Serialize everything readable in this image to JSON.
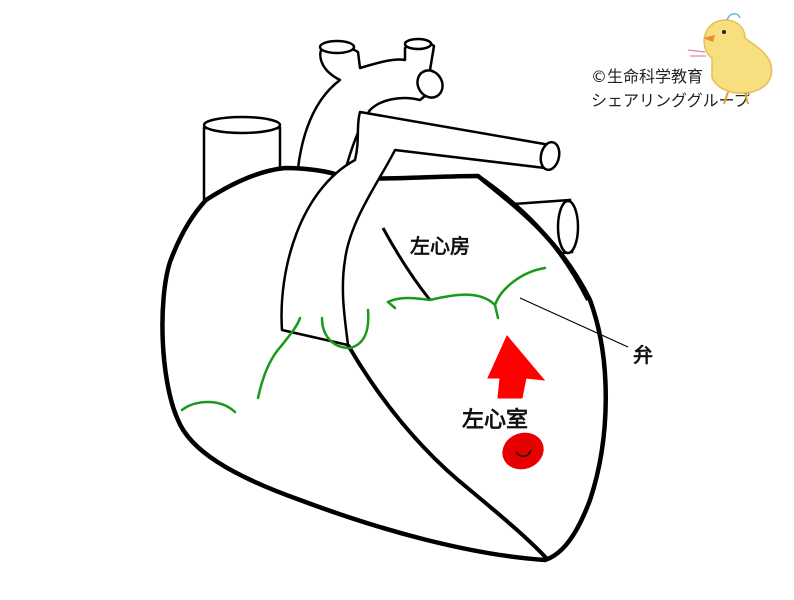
{
  "labels": {
    "left_atrium": "左心房",
    "left_ventricle": "左心室",
    "valve": "弁"
  },
  "credit": {
    "line1": "©生命科学教育",
    "line2": "シェアリンググループ"
  },
  "colors": {
    "outline": "#000000",
    "fill": "#ffffff",
    "valve_lines": "#1a9a1a",
    "arrow": "#ff0000",
    "blood_cell": "#e60000",
    "mascot_body": "#f3cf4a",
    "mascot_beak": "#f08a2a"
  },
  "icons": {
    "flow_arrow": "red-arrow-up",
    "blood_cell": "red-blood-cell",
    "mascot": "chick-mascot"
  }
}
